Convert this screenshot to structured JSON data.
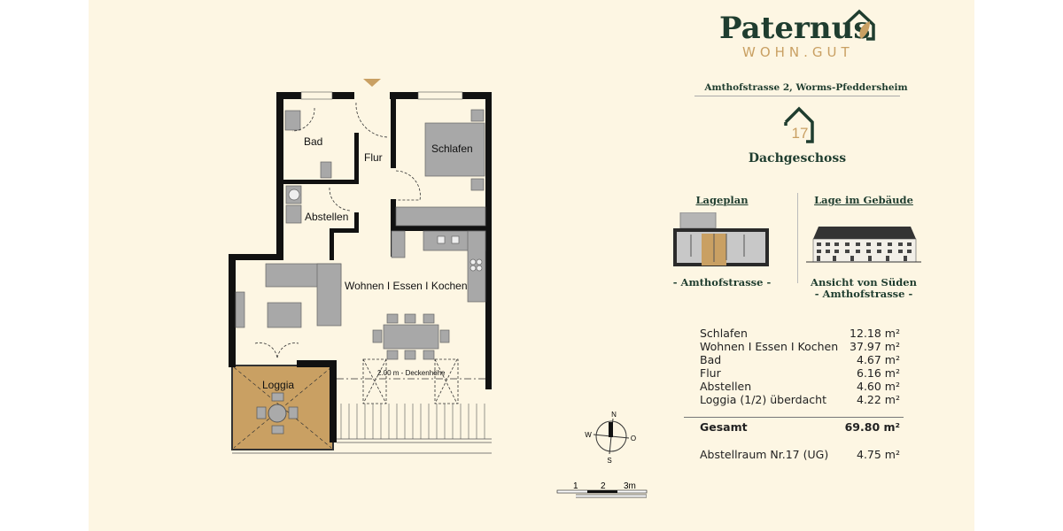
{
  "brand": {
    "name": "Paternus",
    "subtitle": "WOHN.GUT",
    "colors": {
      "green": "#1f3d2f",
      "gold": "#c9a063",
      "background": "#fdf6e3"
    }
  },
  "address": "Amthofstrasse 2, Worms-Pfeddersheim",
  "unit": {
    "number": "17",
    "icon": "house-icon"
  },
  "floor": "Dachgeschoss",
  "lageplan": {
    "title": "Lageplan",
    "caption": "- Amthofstrasse -"
  },
  "lage_gebaeude": {
    "title": "Lage im Gebäude",
    "caption1": "Ansicht von Süden",
    "caption2": "- Amthofstrasse -"
  },
  "rooms_labels": {
    "bad": "Bad",
    "flur": "Flur",
    "schlafen": "Schlafen",
    "abstellen": "Abstellen",
    "wohnen": "Wohnen I Essen I Kochen",
    "loggia": "Loggia",
    "ceiling": "2.00 m - Deckenhöhe"
  },
  "areas": [
    {
      "room": "Schlafen",
      "value": "12.18 m²"
    },
    {
      "room": "Wohnen I Essen I Kochen",
      "value": "37.97 m²"
    },
    {
      "room": "Bad",
      "value": "4.67 m²"
    },
    {
      "room": "Flur",
      "value": "6.16 m²"
    },
    {
      "room": "Abstellen",
      "value": "4.60 m²"
    },
    {
      "room": "Loggia (1/2) überdacht",
      "value": "4.22 m²"
    }
  ],
  "total": {
    "label": "Gesamt",
    "value": "69.80 m²"
  },
  "extra": {
    "label": "Abstellraum Nr.17 (UG)",
    "value": "4.75 m²"
  },
  "compass": {
    "n": "N",
    "s": "S",
    "w": "W",
    "o": "O"
  },
  "scale": {
    "t1": "1",
    "t2": "2",
    "t3": "3m"
  }
}
